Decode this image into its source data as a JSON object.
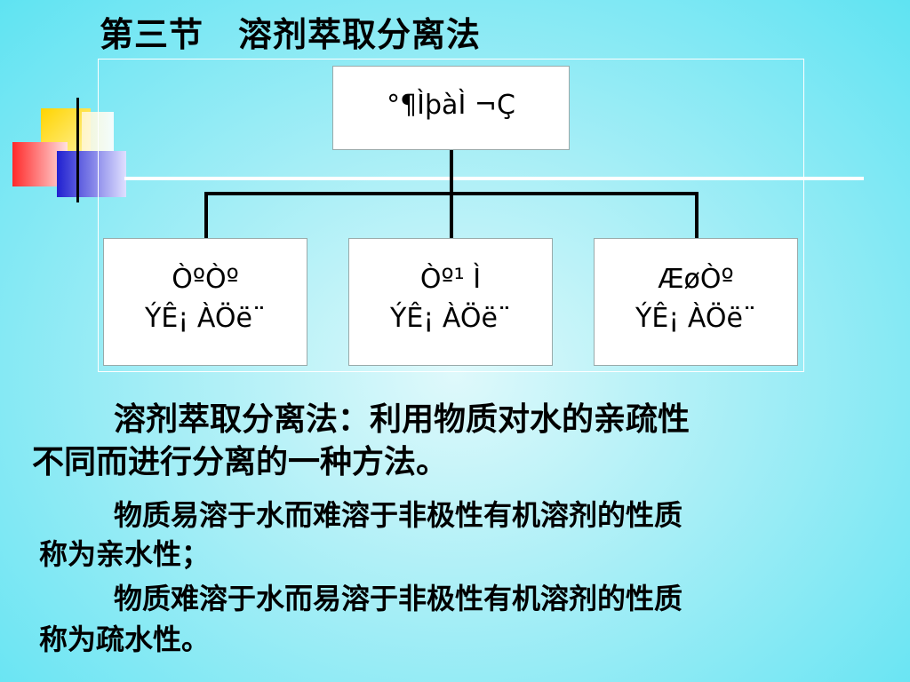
{
  "slide": {
    "title": "第三节　溶剂萃取分离法"
  },
  "org_chart": {
    "root": "°¶ÌþàÌ ¬Ç",
    "children": [
      {
        "line1": "ÒºÒº",
        "line2": "ÝÊ¡ ÀÖë¨"
      },
      {
        "line1": "Òº¹ Ì",
        "line2": "ÝÊ¡ ÀÖë¨"
      },
      {
        "line1": "ÆøÒº",
        "line2": "ÝÊ¡ ÀÖë¨"
      }
    ]
  },
  "body": {
    "para1_line1": "溶剂萃取分离法：利用物质对水的亲疏性",
    "para1_line2": "不同而进行分离的一种方法。",
    "para2_line1": "物质易溶于水而难溶于非极性有机溶剂的性质",
    "para2_line2": "称为亲水性；",
    "para3_line1": "物质难溶于水而易溶于非极性有机溶剂的性质",
    "para3_line2": "称为疏水性。"
  },
  "colors": {
    "background": "#5fe3f2",
    "deco_yellow": "#ffd400",
    "deco_red": "#ff2a2a",
    "deco_blue": "#2020d0"
  }
}
